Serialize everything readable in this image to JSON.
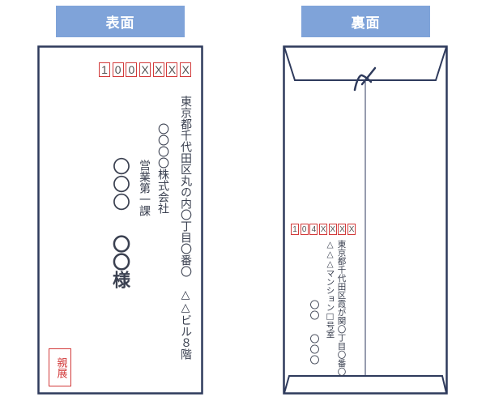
{
  "front": {
    "label": "表面",
    "postal_code": [
      "1",
      "0",
      "0",
      "X",
      "X",
      "X",
      "X"
    ],
    "address": "東京都千代田区丸の内〇丁目〇番〇　△△ビル８階",
    "company": "〇〇〇〇株式会社",
    "department": "営業第一課",
    "name_family": "〇〇〇",
    "name_given": "〇〇様",
    "seal": "親展"
  },
  "back": {
    "label": "裏面",
    "postal_code": [
      "1",
      "0",
      "4",
      "X",
      "X",
      "X",
      "X"
    ],
    "address": "東京都千代田区霞が関〇丁目〇番〇",
    "building": "△△△マンション□号室",
    "name_family": "〇〇",
    "name_given": "〇〇〇"
  },
  "colors": {
    "tab": "#7fa3d9",
    "outline": "#2e3a5c",
    "red": "#d23a3a"
  }
}
